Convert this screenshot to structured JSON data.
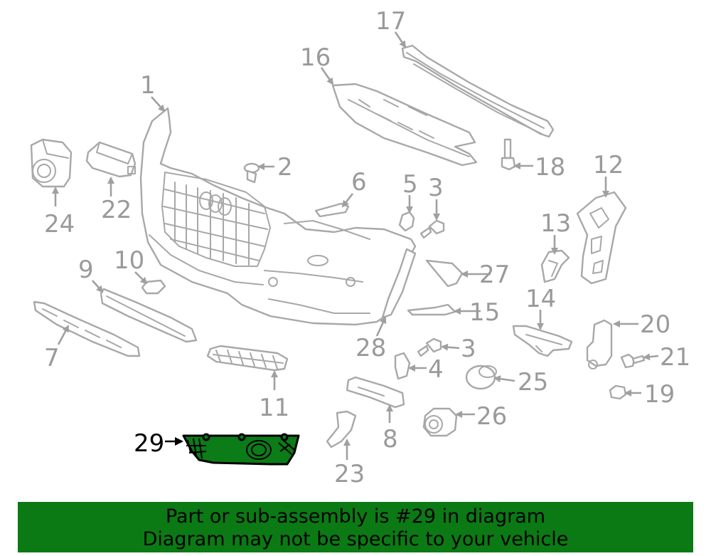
{
  "diagram": {
    "highlighted_part": "29",
    "callouts": [
      "1",
      "2",
      "3",
      "3",
      "4",
      "5",
      "6",
      "7",
      "8",
      "9",
      "10",
      "11",
      "12",
      "13",
      "14",
      "15",
      "16",
      "17",
      "18",
      "19",
      "20",
      "21",
      "22",
      "23",
      "24",
      "25",
      "26",
      "27",
      "28",
      "29"
    ],
    "colors": {
      "highlight": "#0b7c17",
      "line": "#a8a8a8",
      "banner": "#0b7a14"
    }
  },
  "banner": {
    "line1": "Part or sub-assembly is #29 in diagram",
    "line2": "Diagram may not be specific to your vehicle"
  }
}
